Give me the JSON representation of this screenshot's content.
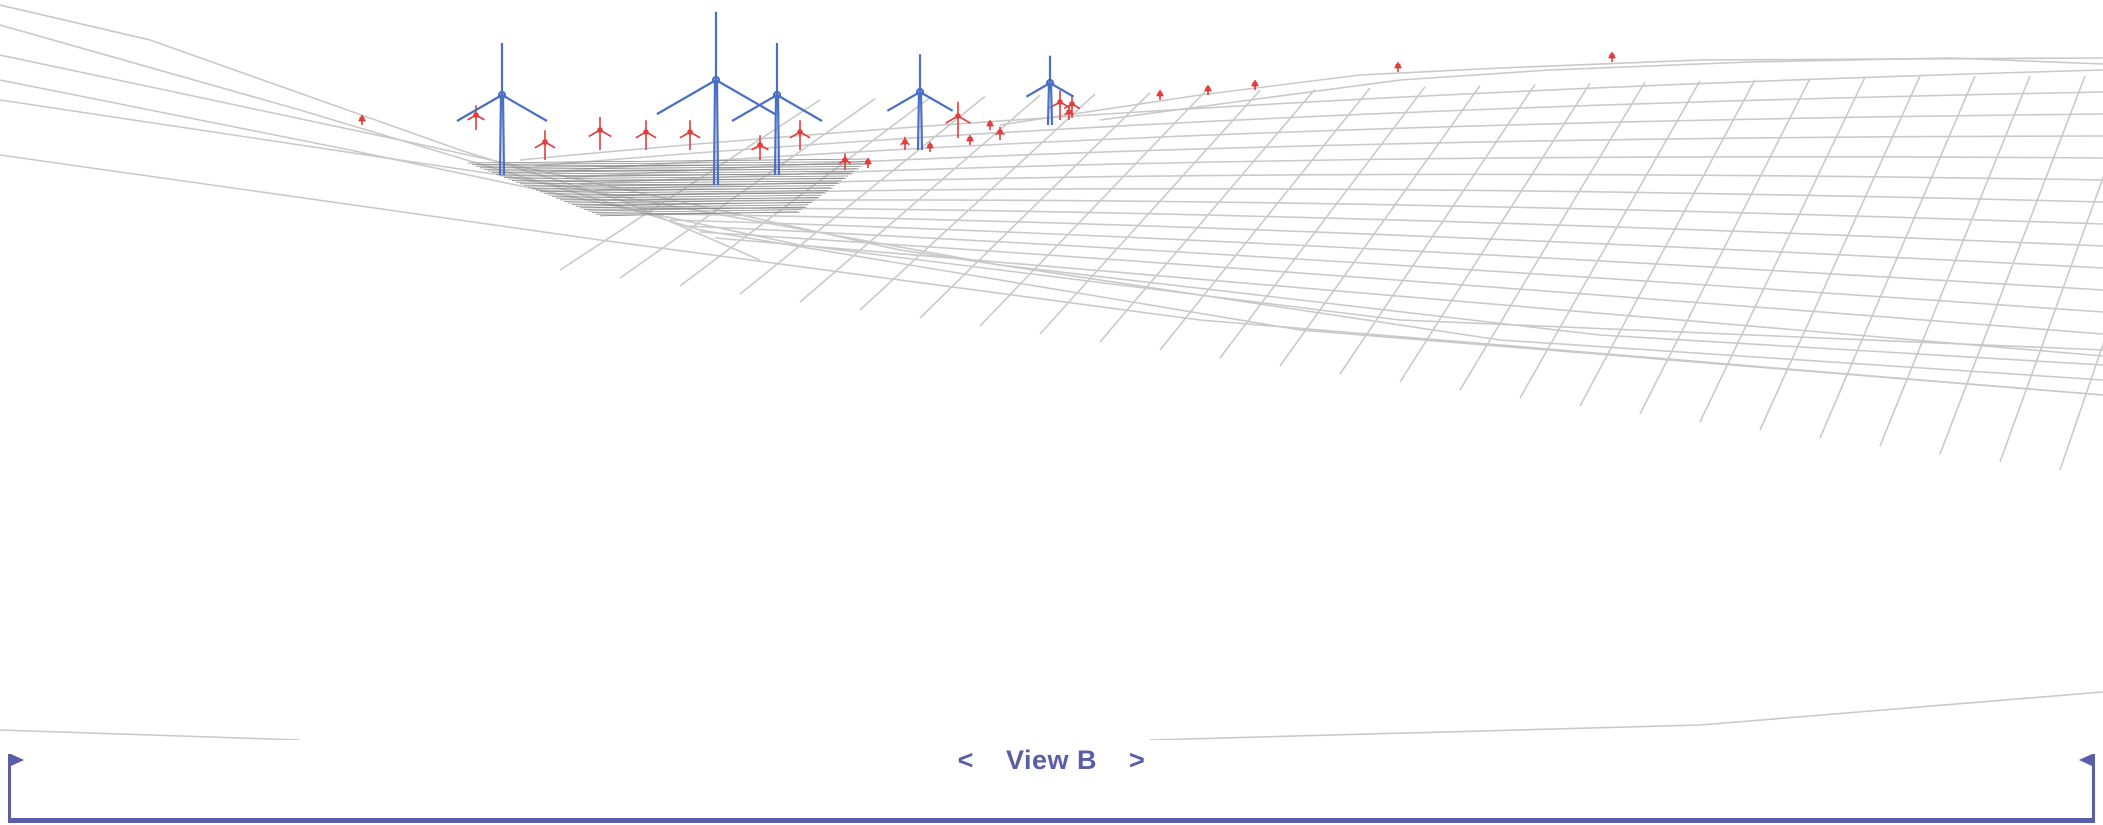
{
  "view_nav": {
    "prev_label": "<",
    "title": "View B",
    "next_label": ">"
  },
  "colors": {
    "wireframe": "#c9c9c9",
    "wireframe_dark": "#8a8a8a",
    "turbine_existing": "#e23a3a",
    "turbine_proposed": "#4a6fc4",
    "frame_accent": "#5a5ea8"
  },
  "turbines": {
    "proposed_count": 5,
    "existing_count": 24
  }
}
